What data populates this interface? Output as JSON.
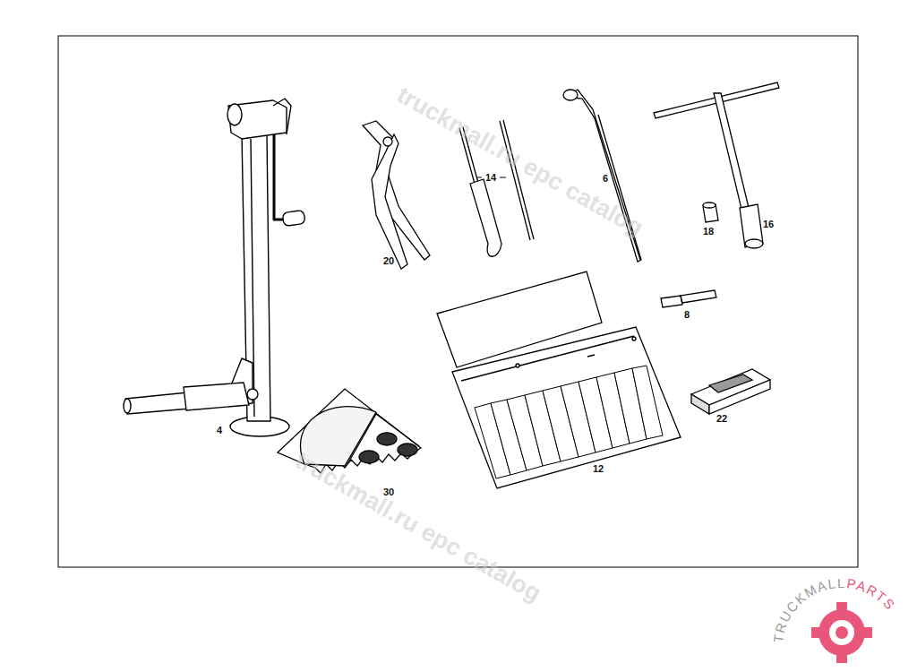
{
  "diagram": {
    "labels": [
      "4",
      "20",
      "14",
      "6",
      "16",
      "18",
      "8",
      "12",
      "22",
      "30",
      "truckmall.ru epc catalog",
      "truckmall.ru epc catalog",
      "TRUCKMALL",
      "PARTS"
    ]
  }
}
